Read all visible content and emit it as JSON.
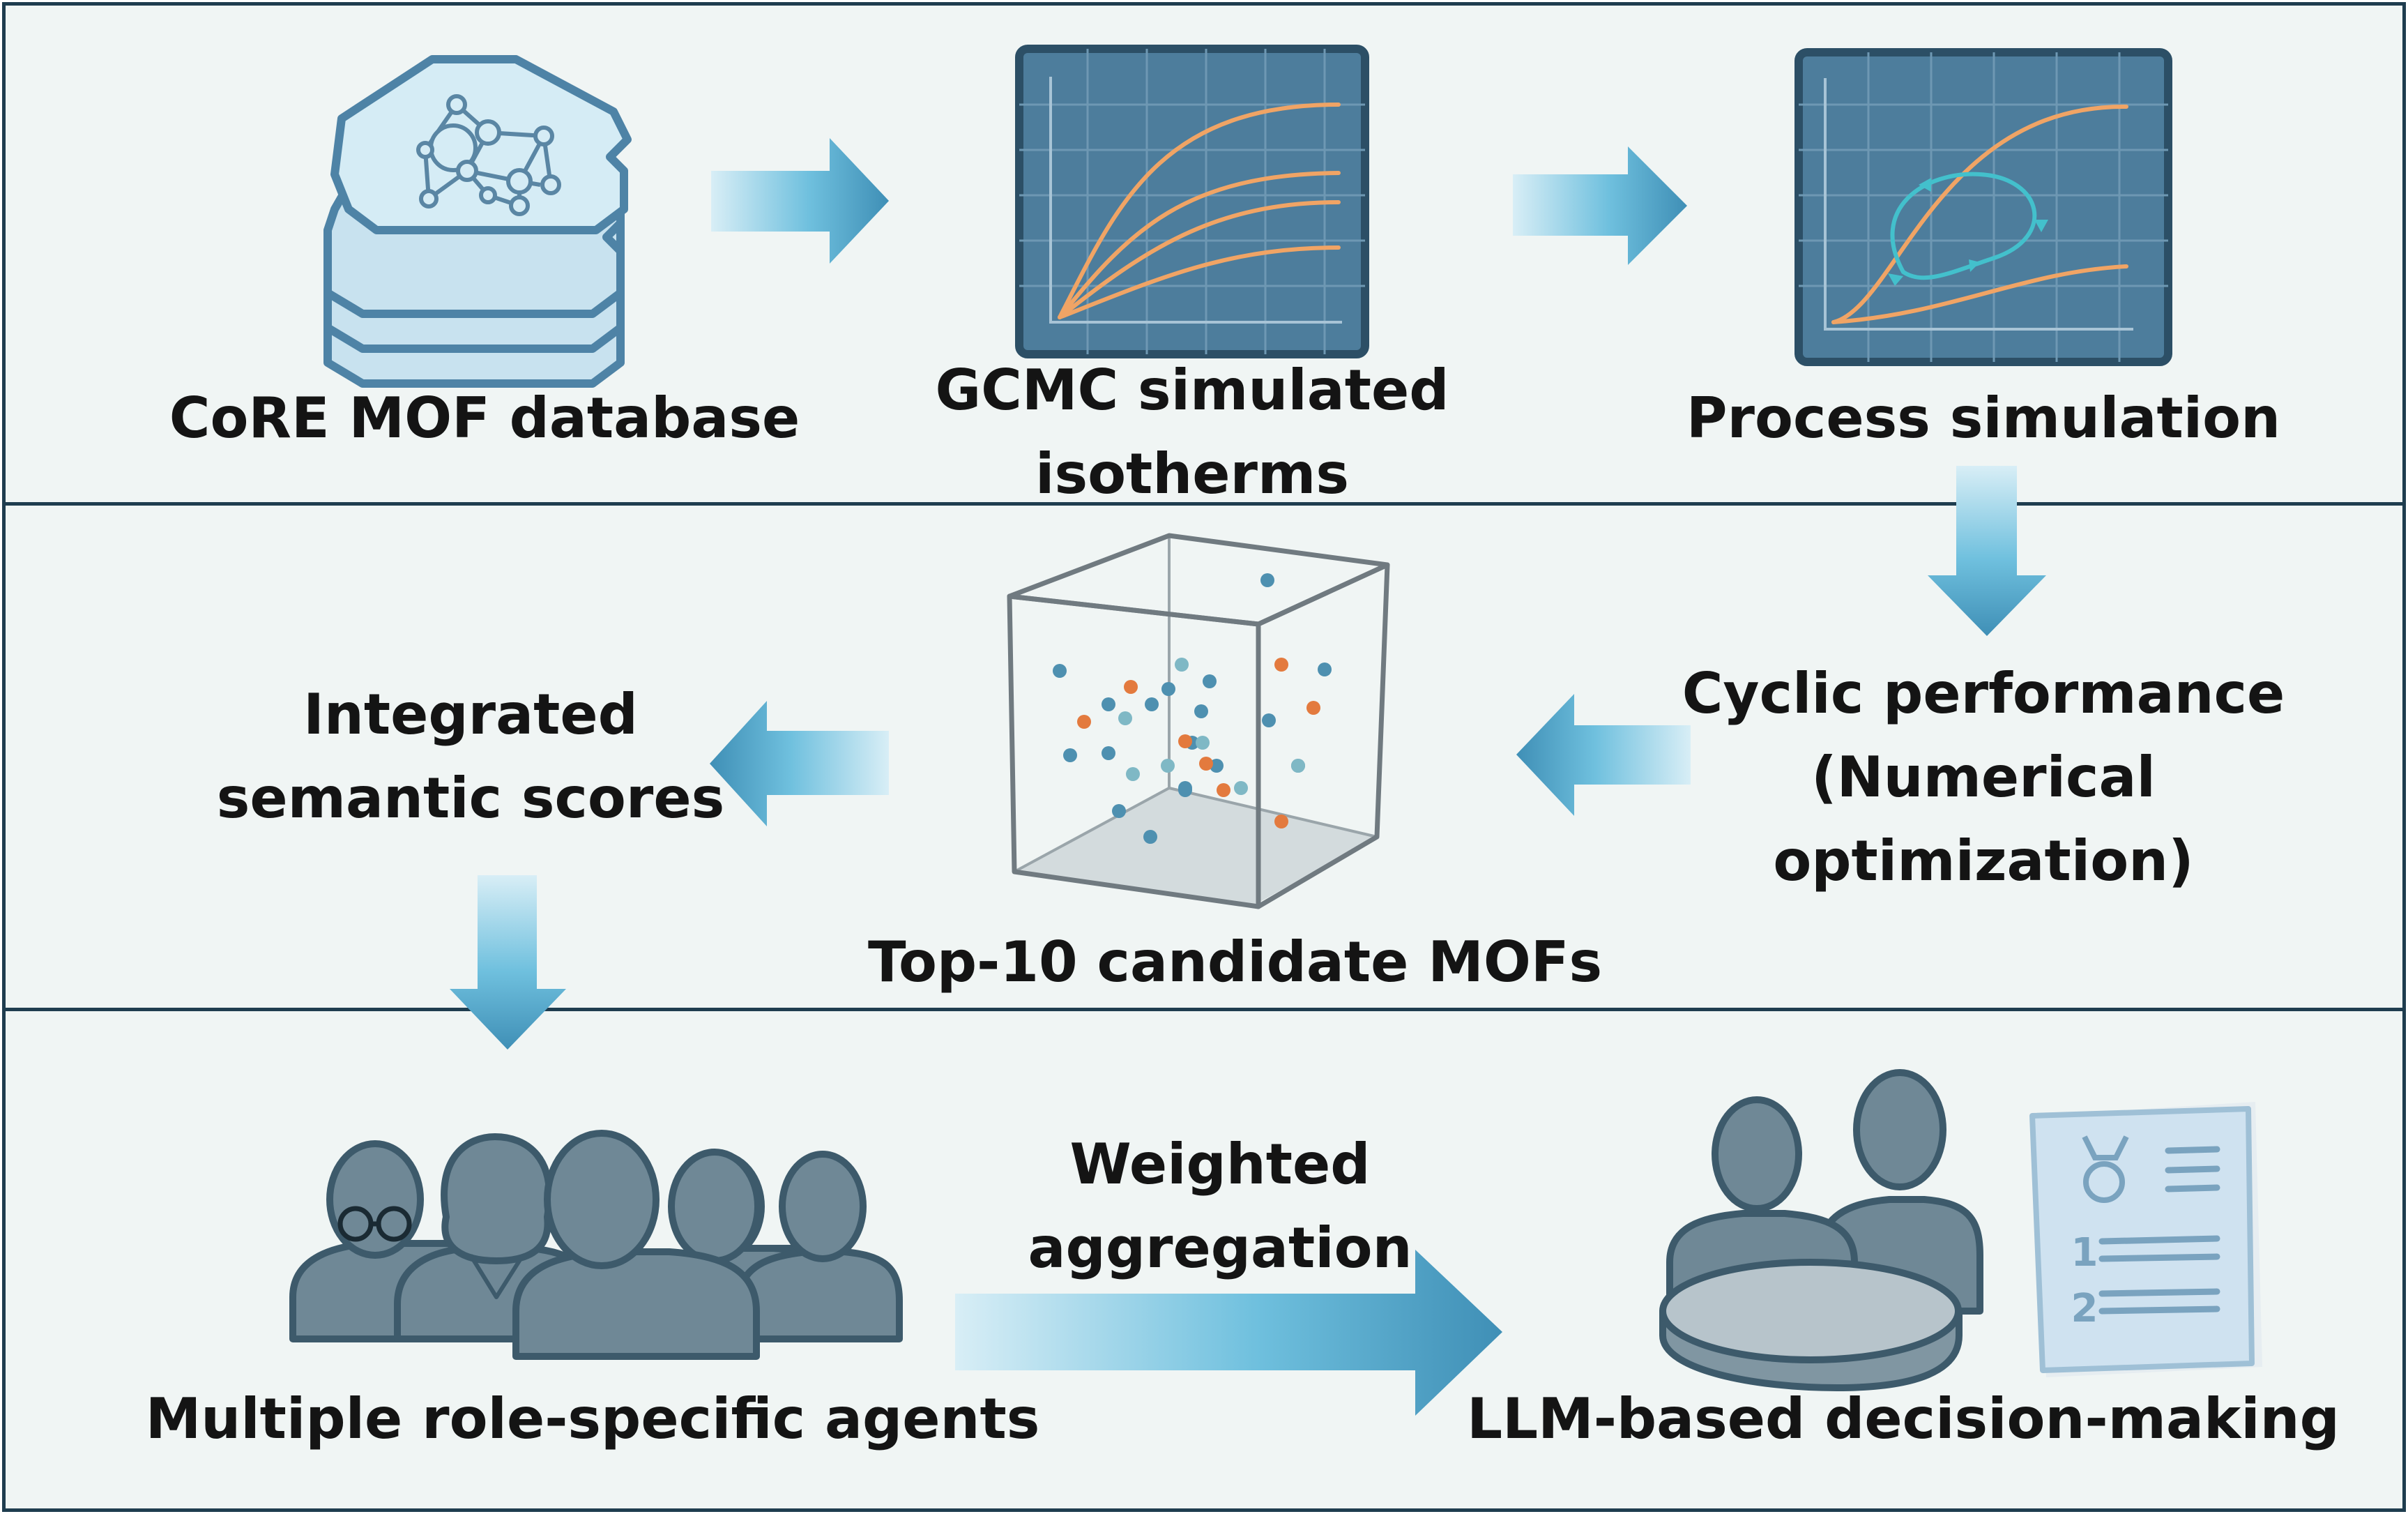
{
  "colors": {
    "panel_bg": "#f0f5f4",
    "border": "#1f3d4f",
    "arrow_light": "#d8eef6",
    "arrow_mid": "#6fc0de",
    "arrow_dark": "#3f8fb6",
    "chart_bg": "#4d7d9c",
    "chart_border": "#2c4f66",
    "curve_orange": "#f0a465",
    "cycle_teal": "#43c0cc",
    "person_fill": "#6f8896",
    "person_stroke": "#3d5a6b",
    "db_fill": "#c8e2ef",
    "db_stroke": "#4e83a6",
    "dot_blue": "#4e90b0",
    "dot_orange": "#e37a3e",
    "dot_teal": "#7fb8c5"
  },
  "panel1": {
    "database_label": "CoRE MOF database",
    "gcmc_label_line1": "GCMC simulated",
    "gcmc_label_line2": "isotherms",
    "process_label": "Process simulation"
  },
  "panel2": {
    "cyclic_line1": "Cyclic performance",
    "cyclic_line2": "(Numerical",
    "cyclic_line3": "optimization)",
    "top10_label": "Top-10 candidate MOFs",
    "semantic_line1": "Integrated",
    "semantic_line2": "semantic scores"
  },
  "panel3": {
    "agents_label": "Multiple role-specific agents",
    "aggregation_line1": "Weighted",
    "aggregation_line2": "aggregation",
    "decision_label": "LLM-based decision-making",
    "rank_1": "1",
    "rank_2": "2"
  },
  "icons": {
    "database": "stacked-mof-database-icon",
    "isotherm_chart": "isotherm-chart-icon",
    "process_chart": "process-cycle-chart-icon",
    "scatter_cube": "3d-scatter-cube-icon",
    "agents": "agents-group-icon",
    "decision_makers": "decision-makers-icon",
    "ranking_document": "ranking-document-icon",
    "arrow": "arrow-icon"
  }
}
